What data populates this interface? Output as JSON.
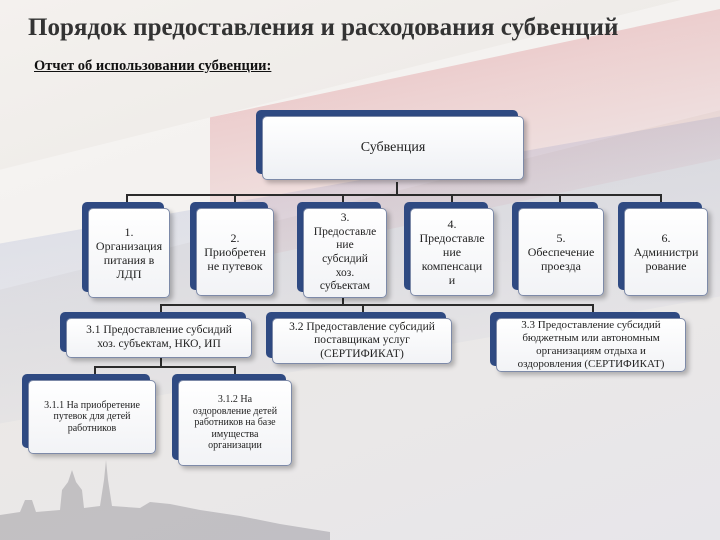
{
  "header": {
    "title": "Порядок предоставления и расходования субвенций",
    "subtitle": "Отчет об использовании субвенции:"
  },
  "diagram": {
    "root": "Субвенция",
    "level1": [
      "1.\nОрганизация\nпитания в\nЛДП",
      "2.\nПриобретен\nне путевок",
      "3.\nПредоставле\nние\nсубсидий\nхоз.\nсубъектам",
      "4.\nПредоставле\nние\nкомпенсаци\nи",
      "5.\nОбеспечение\nпроезда",
      "6.\nАдминистри\nрование"
    ],
    "level2": [
      "3.1 Предоставление субсидий\nхоз. субъектам, НКО, ИП",
      "3.2 Предоставление субсидий\nпоставщикам услуг\n(СЕРТИФИКАТ)",
      "3.3 Предоставление субсидий\nбюджетным или автономным\nорганизациям отдыха и\nоздоровления (СЕРТИФИКАТ)"
    ],
    "level3": [
      "3.1.1 На приобретение\nпутевок для детей\nработников",
      "3.1.2 На\nоздоровление детей\nработников на базе\nимущества\nорганизации"
    ]
  },
  "colors": {
    "box_back": "#2f4a82",
    "box_front": "#ffffff",
    "line": "#2b2b2b"
  }
}
